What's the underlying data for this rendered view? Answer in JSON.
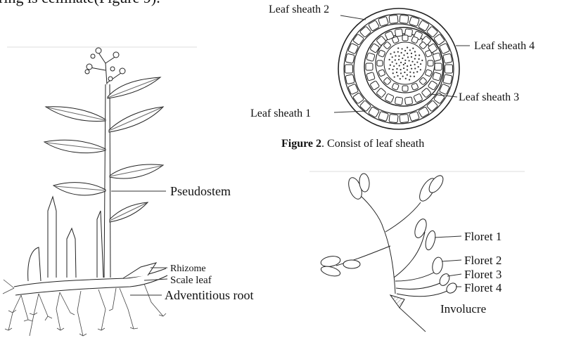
{
  "page": {
    "top_text": "ring is ceilinate(Figure 9)."
  },
  "plant_figure": {
    "labels": {
      "pseudostem": "Pseudostem",
      "rhizome": "Rhizome",
      "scale_leaf": "Scale leaf",
      "adventitious_root": "Adventitious root"
    }
  },
  "sheath_figure": {
    "labels": {
      "sheath1": "Leaf sheath 1",
      "sheath2": "Leaf sheath 2",
      "sheath3": "Leaf sheath 3",
      "sheath4": "Leaf sheath 4"
    },
    "caption_bold": "Figure 2",
    "caption_rest": ". Consist of leaf sheath"
  },
  "inflorescence_figure": {
    "labels": {
      "floret1": "Floret 1",
      "floret2": "Floret 2",
      "floret3": "Floret 3",
      "floret4": "Floret 4",
      "involucre": "Involucre"
    }
  }
}
